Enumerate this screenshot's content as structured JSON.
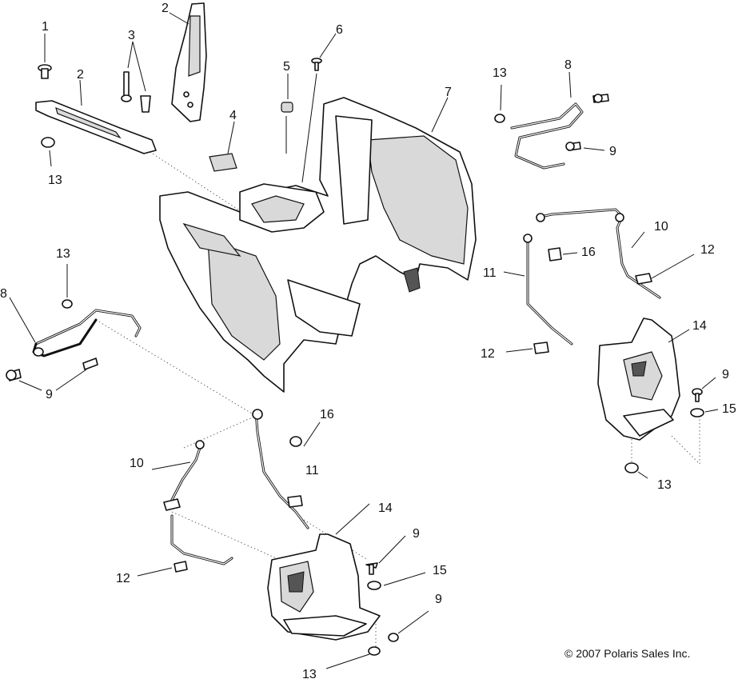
{
  "callouts": {
    "c1": "1",
    "c2a": "2",
    "c2b": "2",
    "c3": "3",
    "c4": "4",
    "c5": "5",
    "c6": "6",
    "c7": "7",
    "c8a": "8",
    "c8b": "8",
    "c9a": "9",
    "c9b": "9",
    "c9c": "9",
    "c9d": "9",
    "c9e": "9",
    "c10a": "10",
    "c10b": "10",
    "c11a": "11",
    "c11b": "11",
    "c12a": "12",
    "c12b": "12",
    "c12c": "12",
    "c13a": "13",
    "c13b": "13",
    "c13c": "13",
    "c13d": "13",
    "c13e": "13",
    "c14a": "14",
    "c14b": "14",
    "c15a": "15",
    "c15b": "15",
    "c16a": "16",
    "c16b": "16"
  },
  "copyright": "© 2007 Polaris Sales Inc."
}
